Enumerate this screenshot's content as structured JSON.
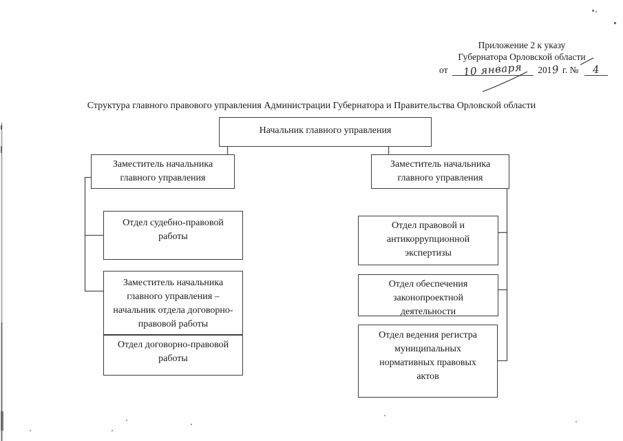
{
  "header": {
    "line1": "Приложение 2 к указу",
    "line2": "Губернатора Орловской области",
    "date_prefix": "от",
    "handwritten_date": "10 января",
    "year_printed": "201",
    "handwritten_year": "9",
    "unit_label": "г. №",
    "handwritten_number": "4"
  },
  "title": "Структура главного правового управления Администрации Губернатора и Правительства Орловской области",
  "org_chart": {
    "root": {
      "label": "Начальник главного управления"
    },
    "deputy_left": {
      "label": "Заместитель начальника главного управления"
    },
    "deputy_right": {
      "label": "Заместитель начальника главного управления"
    },
    "left_branch": [
      {
        "label": "Отдел судебно-правовой работы"
      },
      {
        "label": "Заместитель начальника главного управления – начальник отдела договорно-правовой работы"
      },
      {
        "label": "Отдел договорно-правовой работы"
      }
    ],
    "right_branch": [
      {
        "label": "Отдел правовой и антикоррупционной экспертизы"
      },
      {
        "label": "Отдел обеспечения законопроектной деятельности"
      },
      {
        "label": "Отдел ведения регистра муниципальных нормативных правовых актов"
      }
    ]
  },
  "colors": {
    "ink": "#1c1c1c",
    "box_border": "#3d3d3d",
    "paper": "#fefefe"
  }
}
